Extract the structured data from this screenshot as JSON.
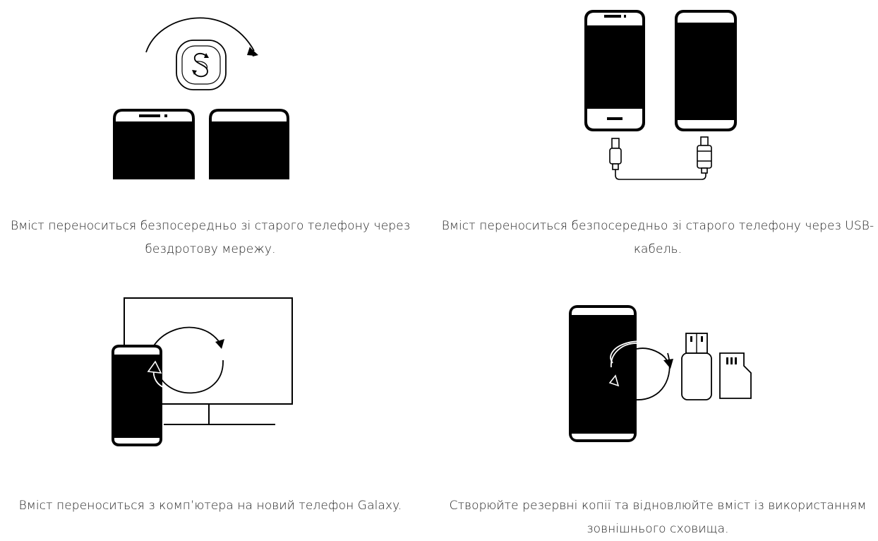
{
  "options": [
    {
      "id": "wireless",
      "icon": "smart-switch-wireless-icon",
      "description": "Вміст переноситься безпосередньо зі старого телефону через бездротову мережу."
    },
    {
      "id": "usb",
      "icon": "usb-cable-transfer-icon",
      "description": "Вміст переноситься безпосередньо зі старого телефону через USB-кабель."
    },
    {
      "id": "pc",
      "icon": "computer-transfer-icon",
      "description": "Вміст переноситься з комп’ютера на новий телефон Galaxy."
    },
    {
      "id": "storage",
      "icon": "external-storage-icon",
      "description": "Створюйте резервні копії та відновлюйте вміст із використанням зовнішнього сховища."
    }
  ]
}
